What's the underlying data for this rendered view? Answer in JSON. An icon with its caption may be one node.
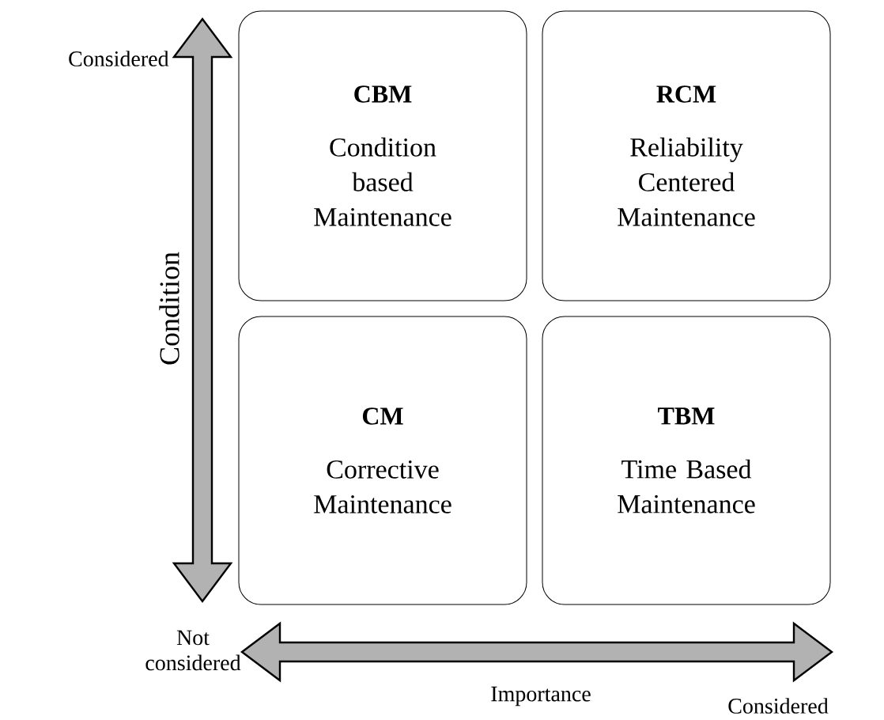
{
  "diagram": {
    "nodes": [
      {
        "text": [
          "CBM",
          "Condition based Maintenance"
        ]
      },
      {
        "text": [
          "RCM",
          "Reliability Centered Maintenance"
        ]
      },
      {
        "text": [
          "CM",
          "Corrective Maintenance"
        ]
      },
      {
        "text": [
          "TBM",
          "Time Based Maintenance"
        ]
      }
    ],
    "edges": [],
    "labels": [
      "Considered",
      "Condition",
      "Not considered",
      "Importance",
      "Considered"
    ]
  }
}
